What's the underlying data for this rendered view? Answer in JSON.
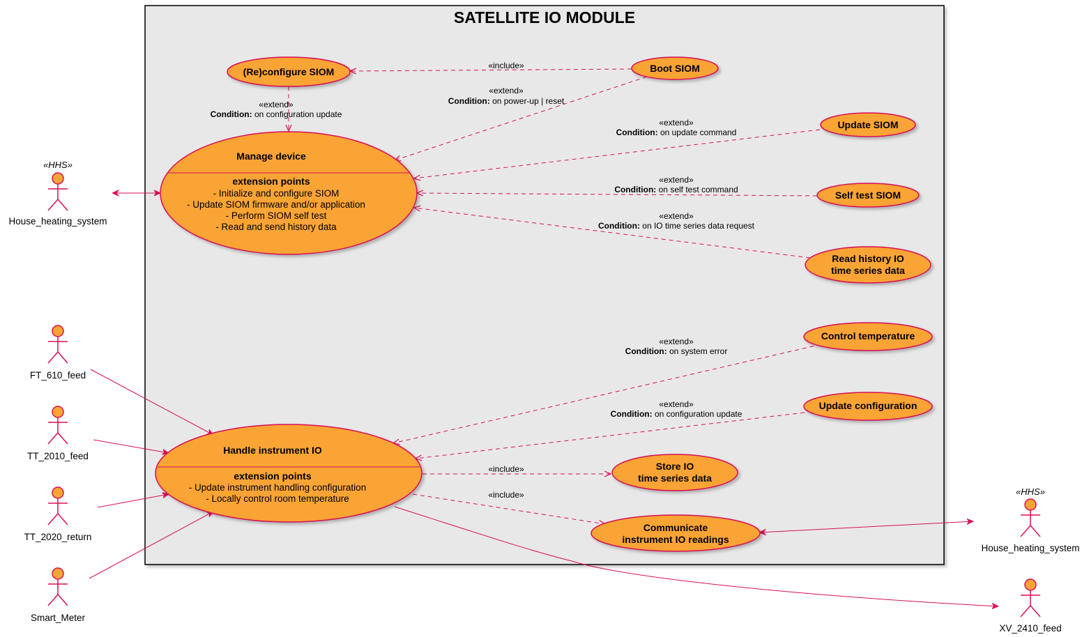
{
  "system": {
    "title": "SATELLITE IO MODULE"
  },
  "colors": {
    "usecase_fill": "#F9A435",
    "border": "#D80F55",
    "system_fill": "#E8E8E8",
    "actor_fill": "#F9A435"
  },
  "actors": {
    "hhs_left": {
      "name": "House_heating_system",
      "stereotype": "«HHS»"
    },
    "ft610": {
      "name": "FT_610_feed"
    },
    "tt2010": {
      "name": "TT_2010_feed"
    },
    "tt2020": {
      "name": "TT_2020_return"
    },
    "smart_meter": {
      "name": "Smart_Meter"
    },
    "hhs_right": {
      "name": "House_heating_system",
      "stereotype": "«HHS»"
    },
    "xv2410": {
      "name": "XV_2410_feed"
    }
  },
  "usecases": {
    "reconfigure": {
      "title": "(Re)configure SIOM"
    },
    "boot": {
      "title": "Boot SIOM"
    },
    "update_siom": {
      "title": "Update SIOM"
    },
    "self_test": {
      "title": "Self test SIOM"
    },
    "read_history": {
      "title_line1": "Read history IO",
      "title_line2": "time series data"
    },
    "control_temp": {
      "title": "Control temperature"
    },
    "update_config": {
      "title": "Update configuration"
    },
    "store_io": {
      "title_line1": "Store IO",
      "title_line2": "time series data"
    },
    "communicate": {
      "title_line1": "Communicate",
      "title_line2": "instrument IO readings"
    },
    "manage_device": {
      "title": "Manage device",
      "ext_heading": "extension points",
      "ext_points": [
        "- Initialize and configure SIOM",
        "- Update SIOM firmware and/or application",
        "- Perform SIOM self test",
        "- Read and send history data"
      ]
    },
    "handle_io": {
      "title": "Handle instrument IO",
      "ext_heading": "extension points",
      "ext_points": [
        "- Update instrument handling configuration",
        "- Locally control room temperature"
      ]
    }
  },
  "relations": {
    "boot_include": {
      "stereotype": "«include»"
    },
    "reconf_extend": {
      "stereotype": "«extend»",
      "cond_label": "Condition:",
      "cond": " on configuration update"
    },
    "boot_extend": {
      "stereotype": "«extend»",
      "cond_label": "Condition:",
      "cond": " on power-up | reset"
    },
    "update_extend": {
      "stereotype": "«extend»",
      "cond_label": "Condition:",
      "cond": " on update command"
    },
    "selftest_extend": {
      "stereotype": "«extend»",
      "cond_label": "Condition:",
      "cond": " on self test command"
    },
    "history_extend": {
      "stereotype": "«extend»",
      "cond_label": "Condition:",
      "cond": " on IO time series data request"
    },
    "control_extend": {
      "stereotype": "«extend»",
      "cond_label": "Condition:",
      "cond": " on system error"
    },
    "config_extend": {
      "stereotype": "«extend»",
      "cond_label": "Condition:",
      "cond": " on configuration update"
    },
    "store_include": {
      "stereotype": "«include»"
    },
    "comm_include": {
      "stereotype": "«include»"
    }
  }
}
